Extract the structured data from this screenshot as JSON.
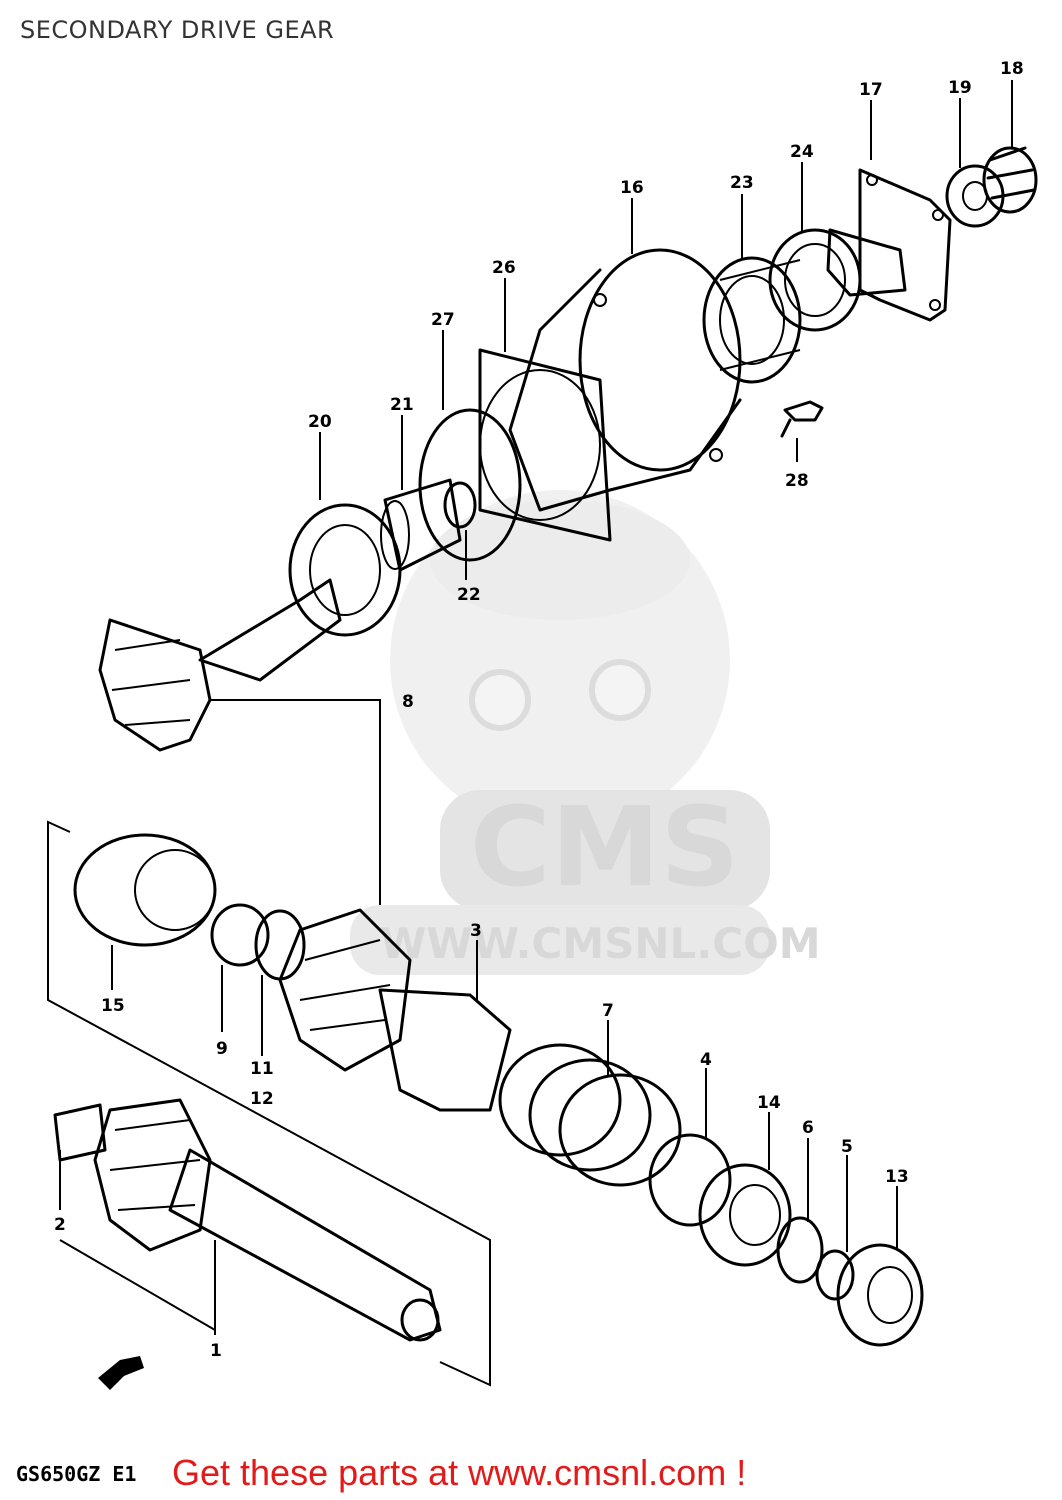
{
  "header": {
    "title": "SECONDARY DRIVE GEAR"
  },
  "watermark": {
    "brand": "CMS",
    "site": "WWW.CMSNL.COM"
  },
  "footer": {
    "model_code": "GS650GZ E1",
    "cta": "Get these parts at www.cmsnl.com !",
    "cta_color": "#e31a1a"
  },
  "callouts": {
    "c1": "1",
    "c2": "2",
    "c3": "3",
    "c4": "4",
    "c5": "5",
    "c6": "6",
    "c7": "7",
    "c8": "8",
    "c9": "9",
    "c11": "11",
    "c12": "12",
    "c13": "13",
    "c14": "14",
    "c15": "15",
    "c16": "16",
    "c17": "17",
    "c18": "18",
    "c19": "19",
    "c20": "20",
    "c21": "21",
    "c22": "22",
    "c23": "23",
    "c24": "24",
    "c26": "26",
    "c27": "27",
    "c28": "28"
  },
  "icons": {
    "front_arrow": "front-direction-arrow-icon"
  }
}
